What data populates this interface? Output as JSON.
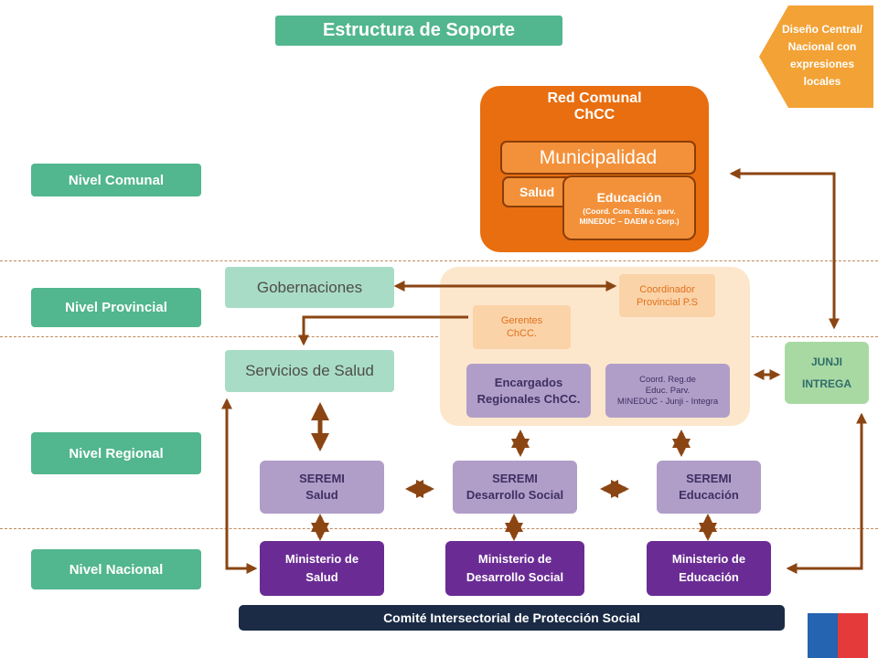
{
  "title": "Estructura de Soporte",
  "tag": "Diseño Central/ Nacional con expresiones locales",
  "levels": {
    "comunal": "Nivel Comunal",
    "provincial": "Nivel Provincial",
    "regional": "Nivel  Regional",
    "nacional": "Nivel  Nacional"
  },
  "red_comunal": {
    "title_line1": "Red Comunal",
    "title_line2": "ChCC",
    "municipalidad": "Municipalidad",
    "salud": "Salud",
    "educacion_title": "Educación",
    "educacion_detail": "(Coord. Com. Educ. parv. MINEDUC – DAEM o Corp.)"
  },
  "gobernaciones": "Gobernaciones",
  "servicios_salud": "Servicios de Salud",
  "coordinador_line1": "Coordinador",
  "coordinador_line2": "Provincial P.S",
  "gerentes_line1": "Gerentes",
  "gerentes_line2": "ChCC.",
  "encargados_line1": "Encargados",
  "encargados_line2": "Regionales ChCC.",
  "coord_reg_line1": "Coord.  Reg.de",
  "coord_reg_line2": "Educ.  Parv.",
  "coord_reg_line3": "MINEDUC  - Junji - Integra",
  "junji_line1": "JUNJI",
  "junji_line2": "INTREGA",
  "seremi": {
    "salud_l1": "SEREMI",
    "salud_l2": "Salud",
    "desarrollo_l1": "SEREMI",
    "desarrollo_l2": "Desarrollo Social",
    "educacion_l1": "SEREMI",
    "educacion_l2": "Educación"
  },
  "ministerios": {
    "salud_l1": "Ministerio de",
    "salud_l2": "Salud",
    "desarrollo_l1": "Ministerio de",
    "desarrollo_l2": "Desarrollo Social",
    "educacion_l1": "Ministerio de",
    "educacion_l2": "Educación"
  },
  "comite": "Comité Intersectorial de Protección Social"
}
